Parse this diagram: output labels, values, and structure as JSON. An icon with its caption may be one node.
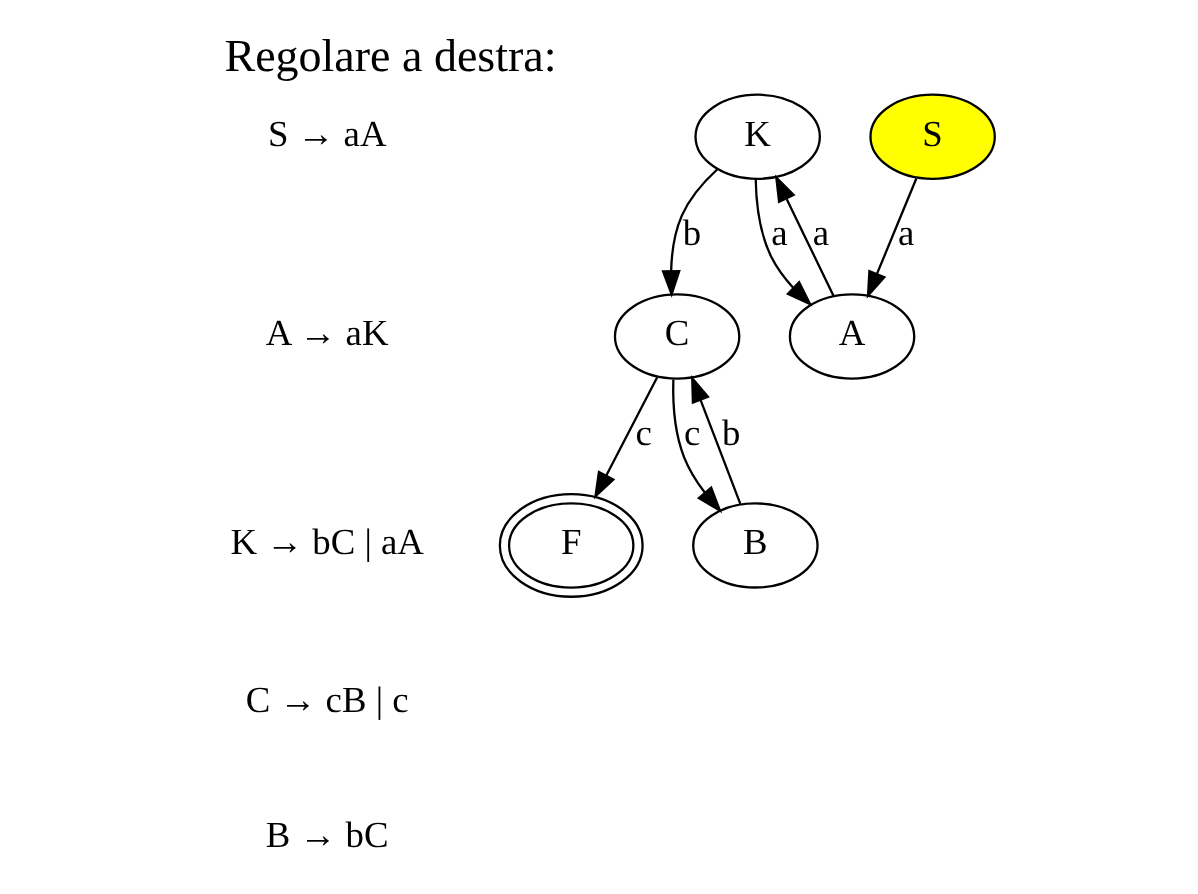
{
  "diagram": {
    "title": "Regolare a destra:",
    "nodes": [
      {
        "text": [
          "K"
        ]
      },
      {
        "text": [
          "S"
        ]
      },
      {
        "text": [
          "C"
        ]
      },
      {
        "text": [
          "A"
        ]
      },
      {
        "text": [
          "F"
        ]
      },
      {
        "text": [
          "B"
        ]
      }
    ],
    "edges": [
      {
        "from": 0,
        "to": 2,
        "arrow": "to",
        "label": "b"
      },
      {
        "from": 0,
        "to": 3,
        "arrow": "to",
        "label": "a"
      },
      {
        "from": 3,
        "to": 0,
        "arrow": "to",
        "label": "a"
      },
      {
        "from": 1,
        "to": 3,
        "arrow": "to",
        "label": "a"
      },
      {
        "from": 2,
        "to": 4,
        "arrow": "to",
        "label": "c"
      },
      {
        "from": 2,
        "to": 5,
        "arrow": "to",
        "label": "c"
      },
      {
        "from": 5,
        "to": 2,
        "arrow": "to",
        "label": "b"
      }
    ],
    "labels": [
      "S → aA",
      "A → aK",
      "K → bC | aA",
      "C → cB | c",
      "B → bC"
    ]
  }
}
